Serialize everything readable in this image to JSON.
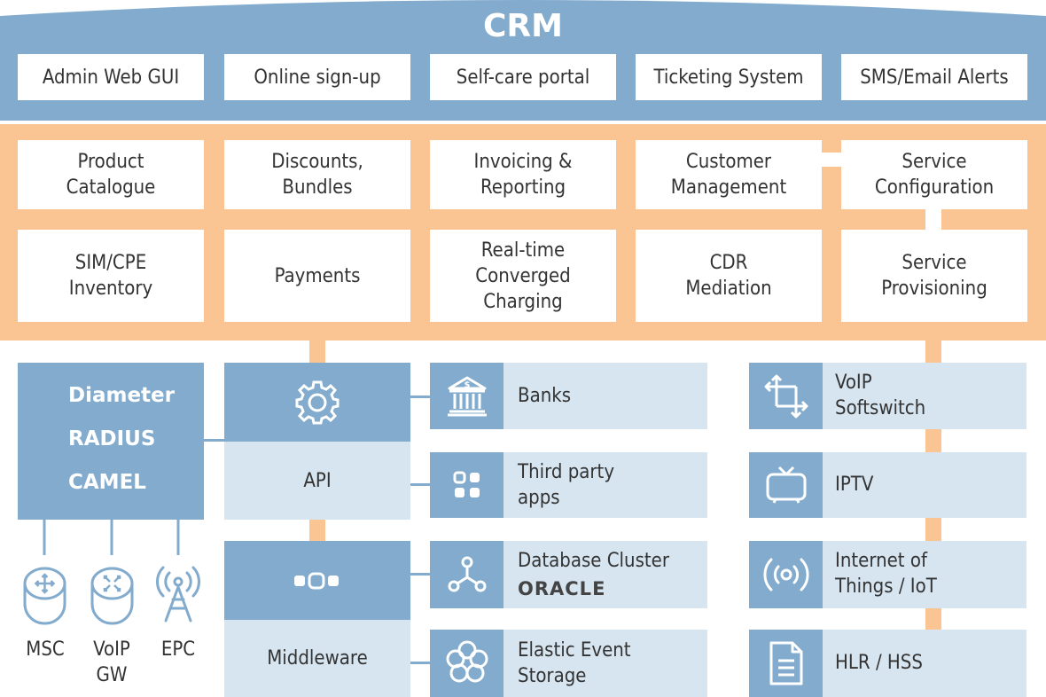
{
  "crm": {
    "title": "CRM",
    "items": [
      "Admin Web GUI",
      "Online sign-up",
      "Self-care portal",
      "Ticketing System",
      "SMS/Email Alerts"
    ]
  },
  "core": {
    "row1": [
      "Product Catalogue",
      "Discounts, Bundles",
      "Invoicing & Reporting",
      "Customer Management",
      "Service Configuration"
    ],
    "row2": [
      "SIM/CPE Inventory",
      "Payments",
      "Real-time Converged Charging",
      "CDR Mediation",
      "Service Provisioning"
    ]
  },
  "protocols": [
    "Diameter",
    "RADIUS",
    "CAMEL"
  ],
  "network": [
    "MSC",
    "VoIP GW",
    "EPC"
  ],
  "api": {
    "label": "API"
  },
  "middleware": {
    "label": "Middleware"
  },
  "integrations": [
    "Banks",
    "Third party apps",
    "Database Cluster",
    "Elastic Event Storage"
  ],
  "oracle_logo": "ORACLE",
  "services": [
    "VoIP Softswitch",
    "IPTV",
    "Internet of Things / IoT",
    "HLR / HSS"
  ],
  "colors": {
    "blue": "#82abcd",
    "light_blue": "#d6e5f0",
    "orange": "#fbc493",
    "white": "#ffffff",
    "text": "#333333"
  }
}
